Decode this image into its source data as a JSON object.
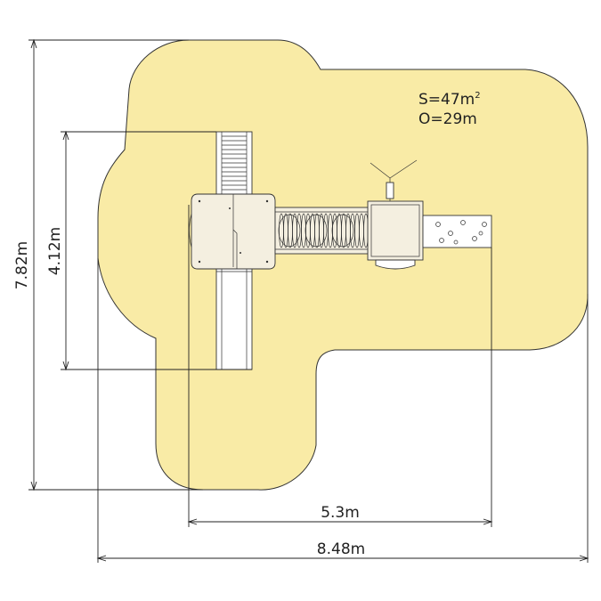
{
  "diagram": {
    "area_label": "S=47m",
    "area_unit_sup": "2",
    "perimeter_label": "O=29m",
    "dim_total_height": "7.82m",
    "dim_inner_height": "4.12m",
    "dim_inner_width": "5.3m",
    "dim_total_width": "8.48m",
    "colors": {
      "safety_zone_fill": "#f9eba6",
      "safety_zone_stroke": "#333333",
      "line": "#222222"
    }
  }
}
